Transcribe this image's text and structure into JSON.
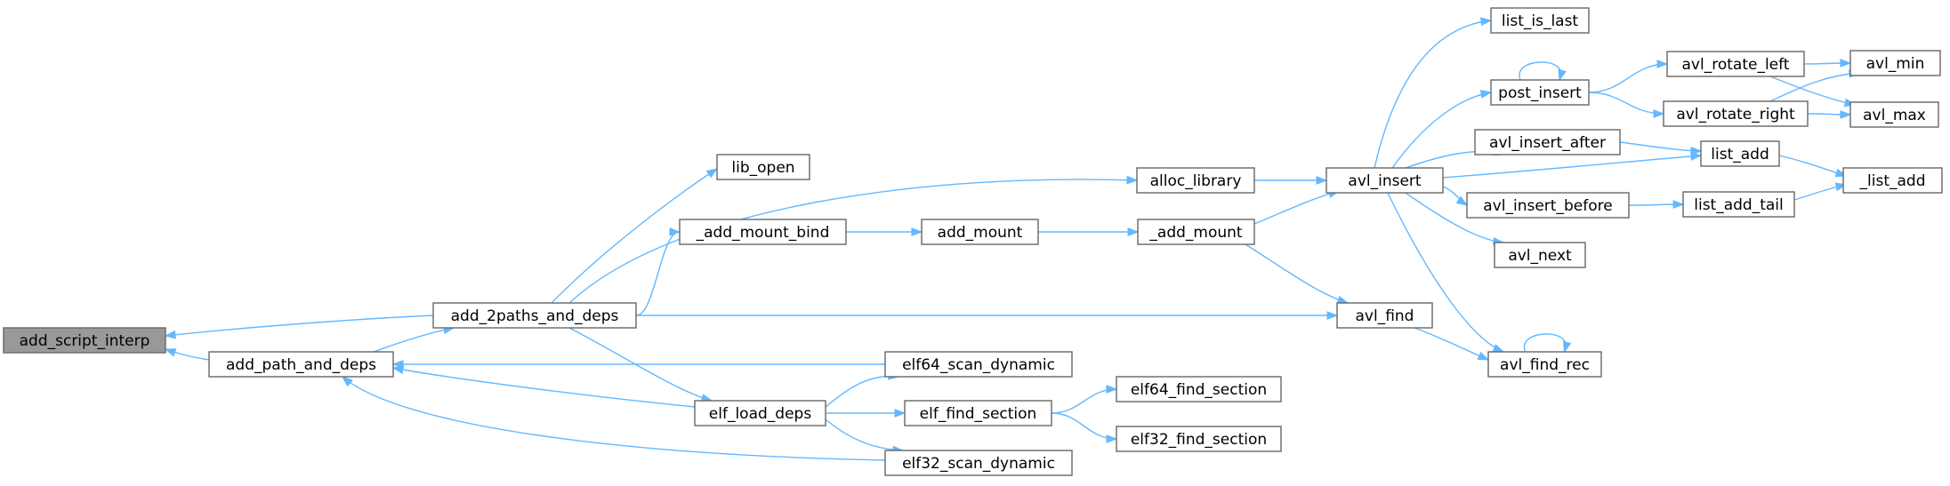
{
  "diagram": {
    "edge_color": "#63b8ff",
    "node_border_color": "#666666",
    "root_fill_color": "#999999",
    "nodes": {
      "add_script_interp": "add_script_interp",
      "add_path_and_deps": "add_path_and_deps",
      "add_2paths_and_deps": "add_2paths_and_deps",
      "lib_open": "lib_open",
      "_add_mount_bind": "_add_mount_bind",
      "elf_load_deps": "elf_load_deps",
      "elf64_scan_dynamic": "elf64_scan_dynamic",
      "elf_find_section": "elf_find_section",
      "elf32_scan_dynamic": "elf32_scan_dynamic",
      "alloc_library": "alloc_library",
      "add_mount": "add_mount",
      "_add_mount": "_add_mount",
      "elf64_find_section": "elf64_find_section",
      "elf32_find_section": "elf32_find_section",
      "avl_insert": "avl_insert",
      "avl_find": "avl_find",
      "list_is_last": "list_is_last",
      "post_insert": "post_insert",
      "avl_insert_after": "avl_insert_after",
      "avl_insert_before": "avl_insert_before",
      "avl_next": "avl_next",
      "avl_find_rec": "avl_find_rec",
      "avl_rotate_left": "avl_rotate_left",
      "avl_rotate_right": "avl_rotate_right",
      "list_add": "list_add",
      "list_add_tail": "list_add_tail",
      "avl_min": "avl_min",
      "avl_max": "avl_max",
      "_list_add": "_list_add"
    },
    "edges": [
      [
        "add_path_and_deps",
        "add_script_interp"
      ],
      [
        "add_2paths_and_deps",
        "add_script_interp"
      ],
      [
        "add_path_and_deps",
        "add_2paths_and_deps"
      ],
      [
        "add_2paths_and_deps",
        "lib_open"
      ],
      [
        "add_2paths_and_deps",
        "alloc_library"
      ],
      [
        "add_2paths_and_deps",
        "_add_mount_bind"
      ],
      [
        "add_2paths_and_deps",
        "avl_find"
      ],
      [
        "add_2paths_and_deps",
        "elf_load_deps"
      ],
      [
        "elf64_scan_dynamic",
        "add_path_and_deps"
      ],
      [
        "elf_load_deps",
        "add_path_and_deps"
      ],
      [
        "elf32_scan_dynamic",
        "add_path_and_deps"
      ],
      [
        "elf_load_deps",
        "elf64_scan_dynamic"
      ],
      [
        "elf_load_deps",
        "elf_find_section"
      ],
      [
        "elf_load_deps",
        "elf32_scan_dynamic"
      ],
      [
        "elf_find_section",
        "elf64_find_section"
      ],
      [
        "elf_find_section",
        "elf32_find_section"
      ],
      [
        "_add_mount_bind",
        "add_mount"
      ],
      [
        "add_mount",
        "_add_mount"
      ],
      [
        "alloc_library",
        "avl_insert"
      ],
      [
        "_add_mount",
        "avl_insert"
      ],
      [
        "_add_mount",
        "avl_find"
      ],
      [
        "avl_insert",
        "list_is_last"
      ],
      [
        "avl_insert",
        "post_insert"
      ],
      [
        "avl_insert",
        "avl_insert_after"
      ],
      [
        "avl_insert",
        "list_add"
      ],
      [
        "avl_insert",
        "avl_insert_before"
      ],
      [
        "avl_insert",
        "avl_next"
      ],
      [
        "avl_insert",
        "avl_find_rec"
      ],
      [
        "avl_find",
        "avl_find_rec"
      ],
      [
        "avl_find_rec",
        "avl_find_rec"
      ],
      [
        "post_insert",
        "post_insert"
      ],
      [
        "post_insert",
        "avl_rotate_left"
      ],
      [
        "post_insert",
        "avl_rotate_right"
      ],
      [
        "avl_rotate_left",
        "avl_min"
      ],
      [
        "avl_rotate_left",
        "avl_max"
      ],
      [
        "avl_rotate_right",
        "avl_min"
      ],
      [
        "avl_rotate_right",
        "avl_max"
      ],
      [
        "avl_insert_after",
        "list_add"
      ],
      [
        "list_add",
        "_list_add"
      ],
      [
        "avl_insert_before",
        "list_add_tail"
      ],
      [
        "list_add_tail",
        "_list_add"
      ]
    ]
  }
}
